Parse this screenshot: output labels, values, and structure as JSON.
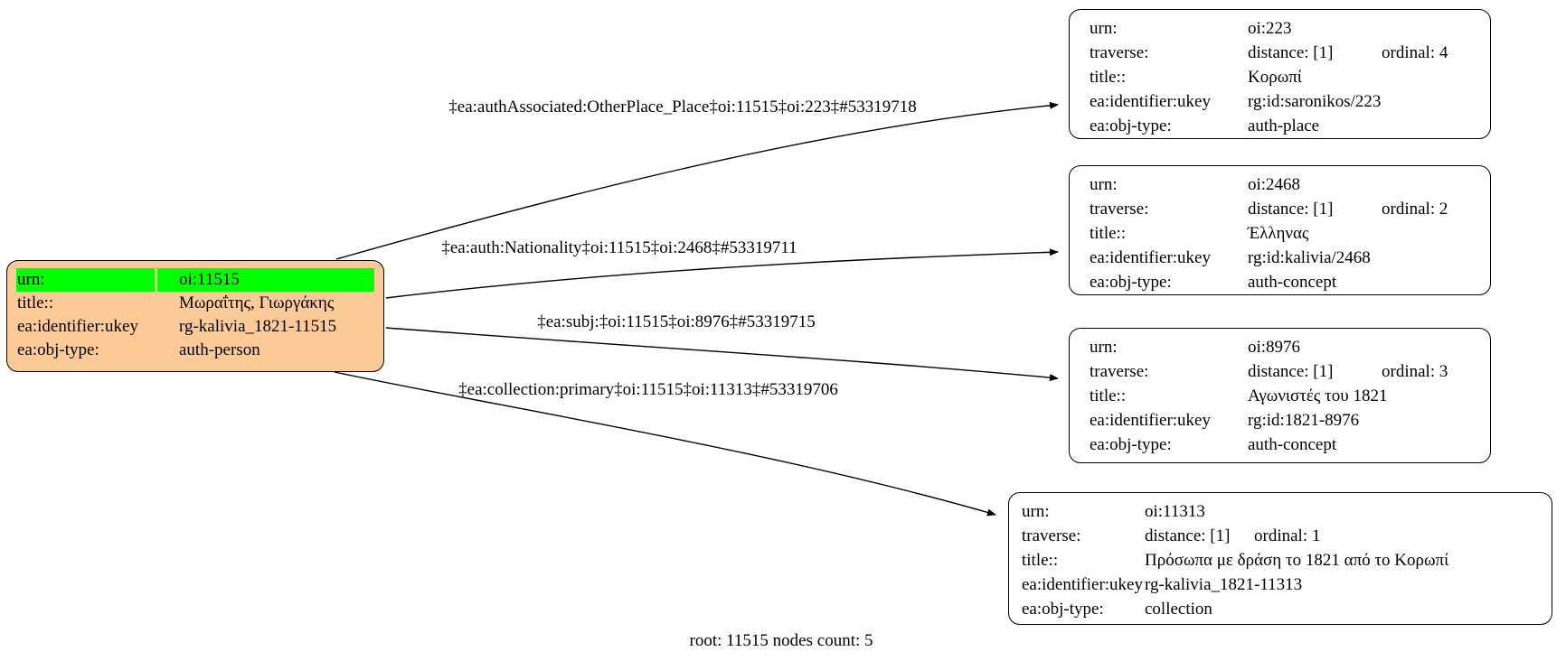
{
  "colors": {
    "root_fill": "#fbca96",
    "highlight": "#00ff00",
    "node_fill": "#ffffff",
    "border": "#000000",
    "edge": "#000000"
  },
  "root_node": {
    "rows": [
      {
        "key": "urn:",
        "value": "oi:11515"
      },
      {
        "key": "title::",
        "value": "Μωραΐτης, Γιωργάκης"
      },
      {
        "key": "ea:identifier:ukey",
        "value": "rg-kalivia_1821-11515"
      },
      {
        "key": "ea:obj-type:",
        "value": "auth-person"
      }
    ]
  },
  "nodes": [
    {
      "rows": [
        {
          "key": "urn:",
          "value": "oi:223"
        },
        {
          "key": "traverse:",
          "value": "distance: [1]",
          "extra": "ordinal: 4"
        },
        {
          "key": "title::",
          "value": "Κορωπί"
        },
        {
          "key": "ea:identifier:ukey",
          "value": "rg:id:saronikos/223"
        },
        {
          "key": "ea:obj-type:",
          "value": "auth-place"
        }
      ]
    },
    {
      "rows": [
        {
          "key": "urn:",
          "value": "oi:2468"
        },
        {
          "key": "traverse:",
          "value": "distance: [1]",
          "extra": "ordinal: 2"
        },
        {
          "key": "title::",
          "value": "Έλληνας"
        },
        {
          "key": "ea:identifier:ukey",
          "value": "rg:id:kalivia/2468"
        },
        {
          "key": "ea:obj-type:",
          "value": "auth-concept"
        }
      ]
    },
    {
      "rows": [
        {
          "key": "urn:",
          "value": "oi:8976"
        },
        {
          "key": "traverse:",
          "value": "distance: [1]",
          "extra": "ordinal: 3"
        },
        {
          "key": "title::",
          "value": "Αγωνιστές του 1821"
        },
        {
          "key": "ea:identifier:ukey",
          "value": "rg:id:1821-8976"
        },
        {
          "key": "ea:obj-type:",
          "value": "auth-concept"
        }
      ]
    },
    {
      "rows": [
        {
          "key": "urn:",
          "value": "oi:11313"
        },
        {
          "key": "traverse:",
          "value": "distance: [1]",
          "extra": "ordinal: 1"
        },
        {
          "key": "title::",
          "value": "Πρόσωπα με δράση το 1821 από το Κορωπί"
        },
        {
          "key": "ea:identifier:ukey",
          "value": "rg-kalivia_1821-11313"
        },
        {
          "key": "ea:obj-type:",
          "value": "collection"
        }
      ]
    }
  ],
  "edges": [
    {
      "label": "‡ea:authAssociated:OtherPlace_Place‡oi:11515‡oi:223‡#53319718"
    },
    {
      "label": "‡ea:auth:Nationality‡oi:11515‡oi:2468‡#53319711"
    },
    {
      "label": "‡ea:subj:‡oi:11515‡oi:8976‡#53319715"
    },
    {
      "label": "‡ea:collection:primary‡oi:11515‡oi:11313‡#53319706"
    }
  ],
  "footer": {
    "text": "root: 11515 nodes count: 5"
  }
}
